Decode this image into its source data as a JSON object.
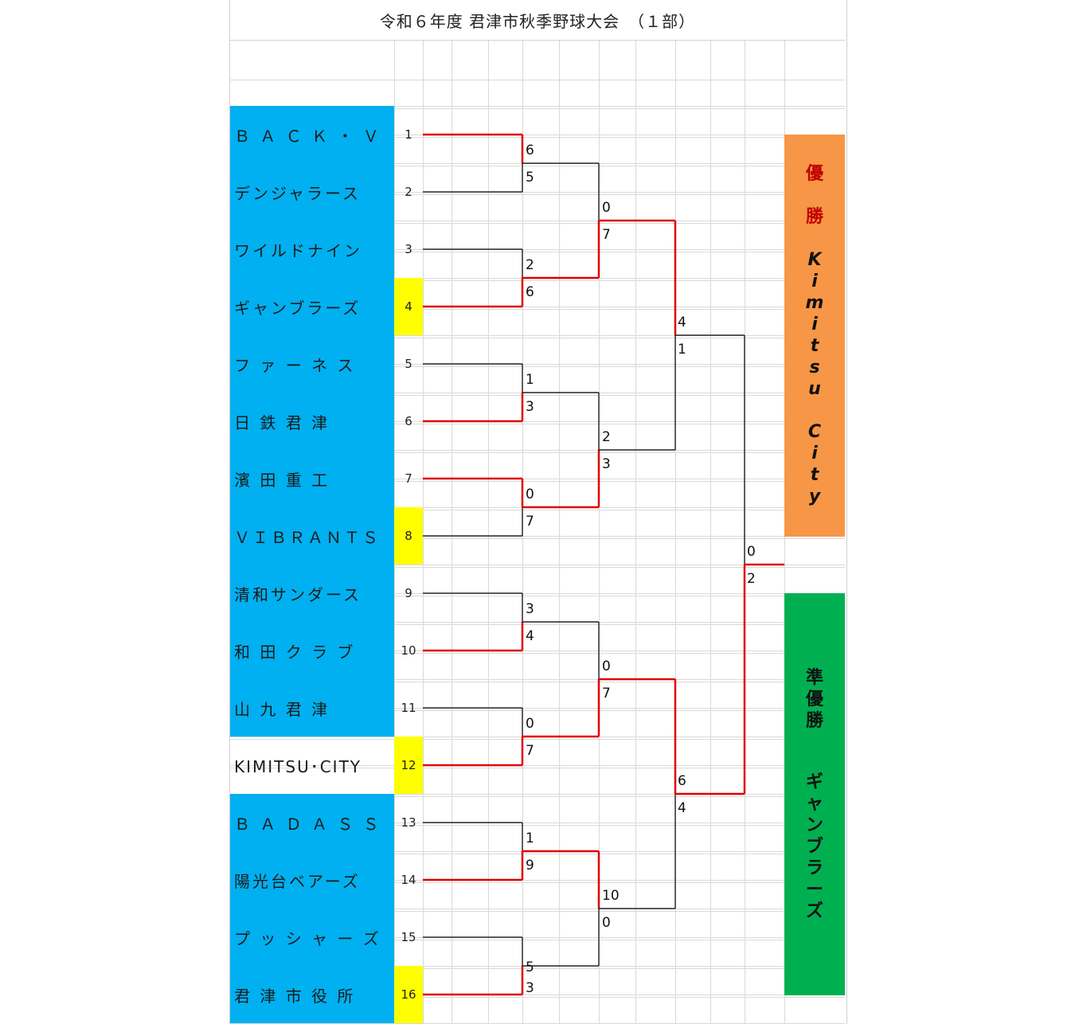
{
  "title": "令和６年度 君津市秋季野球大会　（１部）",
  "teams": [
    {
      "seed": "1",
      "name": "Ｂ Ａ Ｃ Ｋ ・ Ｖ",
      "highlight": false
    },
    {
      "seed": "2",
      "name": "デンジャラース",
      "highlight": false
    },
    {
      "seed": "3",
      "name": "ワイルドナイン",
      "highlight": false
    },
    {
      "seed": "4",
      "name": "ギャンブラーズ",
      "highlight": true
    },
    {
      "seed": "5",
      "name": "フ ァ ー ネ ス",
      "highlight": false
    },
    {
      "seed": "6",
      "name": "日 鉄 君 津",
      "highlight": false
    },
    {
      "seed": "7",
      "name": "濱 田 重 工",
      "highlight": false
    },
    {
      "seed": "8",
      "name": "ＶＩＢＲＡＮＴＳ",
      "highlight": true
    },
    {
      "seed": "9",
      "name": "清和サンダース",
      "highlight": false
    },
    {
      "seed": "10",
      "name": "和 田 ク ラ ブ",
      "highlight": false
    },
    {
      "seed": "11",
      "name": "山 九 君 津",
      "highlight": false
    },
    {
      "seed": "12",
      "name": "KIMITSU･CITY",
      "highlight": true
    },
    {
      "seed": "13",
      "name": "Ｂ Ａ Ｄ Ａ Ｓ Ｓ",
      "highlight": false
    },
    {
      "seed": "14",
      "name": "陽光台ベアーズ",
      "highlight": false
    },
    {
      "seed": "15",
      "name": "プ ッ シ ャ ー ズ",
      "highlight": false
    },
    {
      "seed": "16",
      "name": "君 津 市 役 所",
      "highlight": true
    }
  ],
  "round1": [
    {
      "top": "6",
      "bottom": "5"
    },
    {
      "top": "2",
      "bottom": "6"
    },
    {
      "top": "1",
      "bottom": "3"
    },
    {
      "top": "0",
      "bottom": "7"
    },
    {
      "top": "3",
      "bottom": "4"
    },
    {
      "top": "0",
      "bottom": "7"
    },
    {
      "top": "1",
      "bottom": "9"
    },
    {
      "top": "",
      "bottom": "5"
    }
  ],
  "round1_extra": {
    "match8_bottom": "3"
  },
  "round2": [
    {
      "top": "0",
      "bottom": "7"
    },
    {
      "top": "2",
      "bottom": "3"
    },
    {
      "top": "0",
      "bottom": "7"
    },
    {
      "top": "10",
      "bottom": "0"
    }
  ],
  "semis": [
    {
      "top": "4",
      "bottom": "1"
    },
    {
      "top": "6",
      "bottom": "4"
    }
  ],
  "final": {
    "top": "0",
    "bottom": "2"
  },
  "winner": {
    "label": "優勝",
    "team": "Kimitsu City"
  },
  "runner_up": {
    "label": "準優勝",
    "team": "ギャンブラーズ"
  },
  "colors": {
    "team_bg": "#00b0f0",
    "highlight": "#ffff00",
    "win_line": "#e00000",
    "lose_line": "#000000",
    "winner_box": "#f79646",
    "runner_box": "#00b050",
    "winner_label": "#c00000"
  }
}
